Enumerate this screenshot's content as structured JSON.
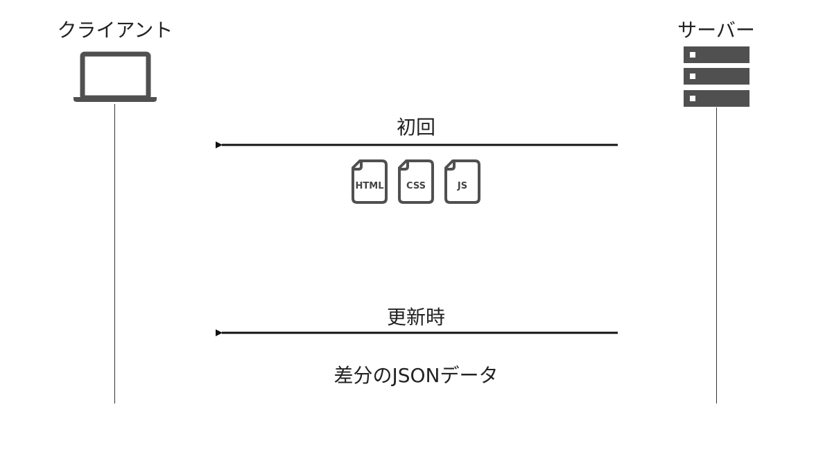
{
  "actors": {
    "client": {
      "label": "クライアント",
      "icon": "laptop-icon"
    },
    "server": {
      "label": "サーバー",
      "icon": "server-icon"
    }
  },
  "messages": [
    {
      "label": "初回",
      "direction": "server-to-client",
      "payload_files": [
        {
          "label": "HTML",
          "icon": "file-icon"
        },
        {
          "label": "CSS",
          "icon": "file-icon"
        },
        {
          "label": "JS",
          "icon": "file-icon"
        }
      ]
    },
    {
      "label": "更新時",
      "direction": "server-to-client",
      "payload_text": "差分のJSONデータ"
    }
  ],
  "colors": {
    "icon": "#505050",
    "line": "#111111",
    "text": "#222222"
  }
}
